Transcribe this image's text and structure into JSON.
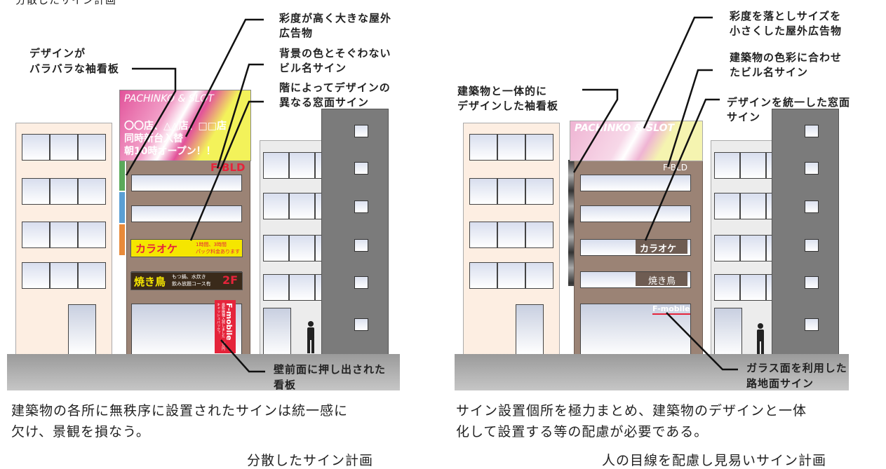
{
  "left": {
    "top_note": "分散したサイン計画",
    "annotations": {
      "projecting_signs": [
        "デザインが",
        "バラバラな袖看板"
      ],
      "rooftop": [
        "彩度が高く大きな屋外",
        "広告物"
      ],
      "building_name": [
        "背景の色とそぐわない",
        "ビル名サイン"
      ],
      "window_signs": [
        "階によってデザインの",
        "異なる窓面サイン"
      ],
      "wall_sign": [
        "壁前面に押し出された",
        "看板"
      ]
    },
    "billboard": {
      "title": "PACHINKO & SLOT",
      "line1": "〇〇店、△△店、□□店",
      "line2": "同時新台入替",
      "line3": "朝10時オープン！！"
    },
    "building_name_sign": "F-BLD",
    "karaoke": {
      "name": "カラオケ",
      "detail1": "1時間、3時間",
      "detail2": "パック料金あります"
    },
    "yakitori": {
      "name": "焼き鳥",
      "detail1": "もつ鍋、水炊き",
      "detail2": "飲み放題コース有",
      "floor": "2F"
    },
    "mobile": {
      "name": "F-mobile",
      "detail": "最新機種入荷しました　3万円キャッシュバック？"
    },
    "caption": [
      "建築物の各所に無秩序に設置されたサインは統一感に",
      "欠け、景観を損なう。"
    ],
    "title": "分散したサイン計画"
  },
  "right": {
    "annotations": {
      "projecting_signs": [
        "建築物と一体的に",
        "デザインした袖看板"
      ],
      "rooftop": [
        "彩度を落としサイズを",
        "小さくした屋外広告物"
      ],
      "building_name": [
        "建築物の色彩に合わせ",
        "たビル名サイン"
      ],
      "window_signs": [
        "デザインを統一した窓面",
        "サイン"
      ],
      "glass_sign": [
        "ガラス面を利用した",
        "路地面サイン"
      ]
    },
    "billboard": {
      "title": "PACHINKO & SLOT"
    },
    "building_name_sign": "F-BLD",
    "karaoke": "カラオケ",
    "yakitori": "焼き鳥",
    "mobile": "F-mobile",
    "caption": [
      "サイン設置個所を極力まとめ、建築物のデザインと一体",
      "化して設置する等の配慮が必要である。"
    ],
    "title": "人の目線を配慮し見易いサイン計画"
  },
  "colors": {
    "beige": "#fdeee2",
    "brown": "#9b8375",
    "light_gray": "#ececec",
    "dark_gray": "#7b7b7b",
    "pink": "#e2529a",
    "yellow": "#f3f25a",
    "red": "#e5243b",
    "sign_bar_yellow": "#f5e600"
  }
}
